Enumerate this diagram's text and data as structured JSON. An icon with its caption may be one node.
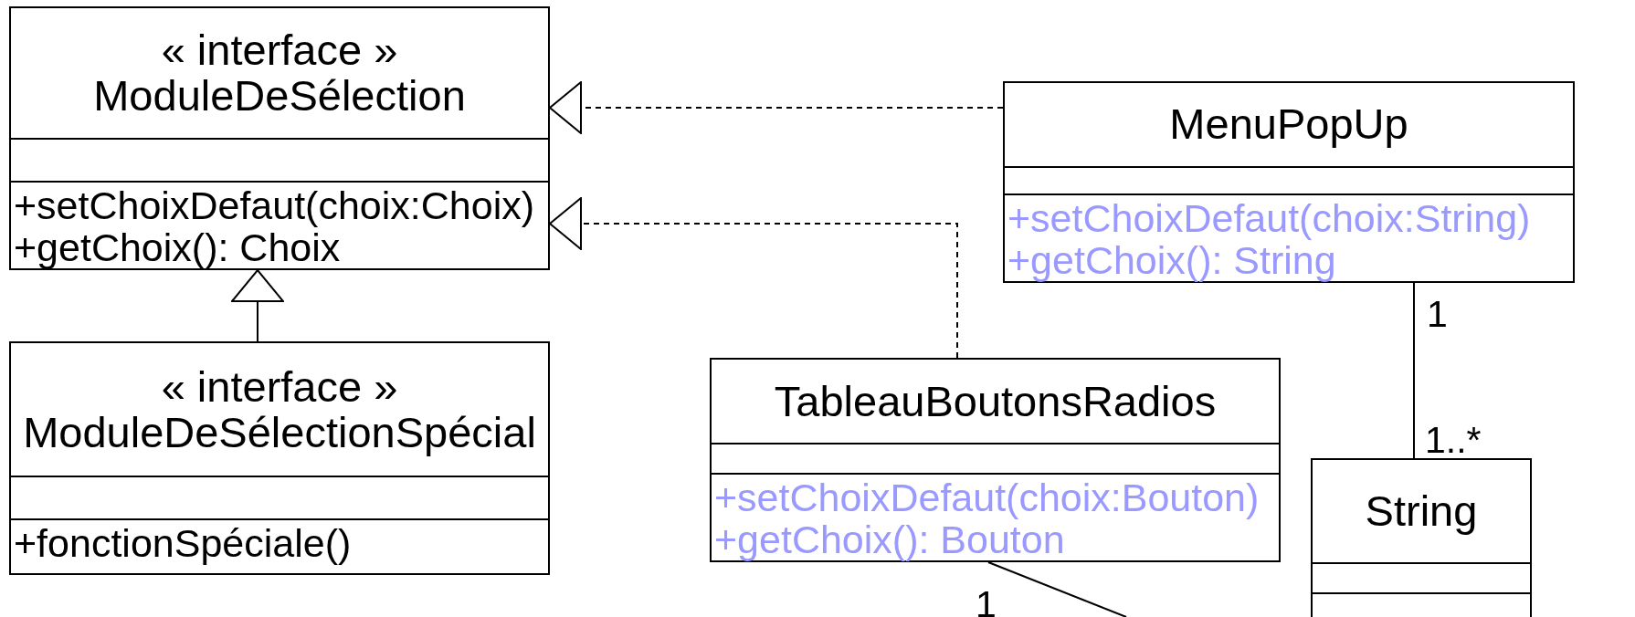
{
  "diagram": {
    "nodes": [
      {
        "text": [
          "« interface »",
          "ModuleDeSélection",
          "+setChoixDefaut(choix:Choix)",
          "+getChoix(): Choix"
        ]
      },
      {
        "text": [
          "MenuPopUp",
          "+setChoixDefaut(choix:String)",
          "+getChoix(): String"
        ]
      },
      {
        "text": [
          "« interface »",
          "ModuleDeSélectionSpécial",
          "+fonctionSpéciale()"
        ]
      },
      {
        "text": [
          "TableauBoutonsRadios",
          "+setChoixDefaut(choix:Bouton)",
          "+getChoix(): Bouton"
        ]
      },
      {
        "text": [
          "String"
        ]
      }
    ],
    "edges": [
      {
        "from": 1,
        "to": 0,
        "arrow": "to",
        "style": "dashed"
      },
      {
        "from": 3,
        "to": 0,
        "arrow": "to",
        "style": "dashed"
      },
      {
        "from": 2,
        "to": 0,
        "arrow": "to"
      },
      {
        "from": 1,
        "to": 4,
        "arrow": "none"
      },
      {
        "from": 3,
        "to": null,
        "arrow": "none"
      }
    ],
    "labels": [
      "1",
      "1..*",
      "1"
    ]
  }
}
